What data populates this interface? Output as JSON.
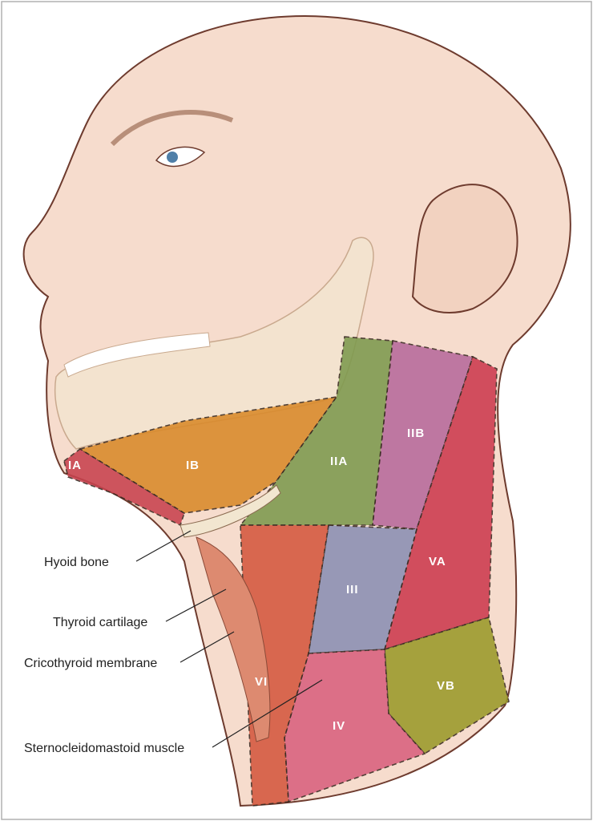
{
  "zones": [
    {
      "id": "IA",
      "label": "IA",
      "color": "#c8424e"
    },
    {
      "id": "IB",
      "label": "IB",
      "color": "#d98a2a"
    },
    {
      "id": "IIA",
      "label": "IIA",
      "color": "#7d9a4e"
    },
    {
      "id": "IIB",
      "label": "IIB",
      "color": "#b76a9c"
    },
    {
      "id": "III",
      "label": "III",
      "color": "#8a8fb3"
    },
    {
      "id": "IV",
      "label": "IV",
      "color": "#d9607e"
    },
    {
      "id": "VA",
      "label": "VA",
      "color": "#cc3a4e"
    },
    {
      "id": "VB",
      "label": "VB",
      "color": "#9a9a2a"
    },
    {
      "id": "VI",
      "label": "VI",
      "color": "#d4583e"
    }
  ],
  "annotations": [
    {
      "label": "Hyoid bone"
    },
    {
      "label": "Thyroid cartilage"
    },
    {
      "label": "Cricothyroid membrane"
    },
    {
      "label": "Sternocleidomastoid muscle"
    }
  ],
  "colors": {
    "skin": "#f6dccd",
    "outline": "#6e3b2e",
    "border": "#b0b0b0"
  }
}
